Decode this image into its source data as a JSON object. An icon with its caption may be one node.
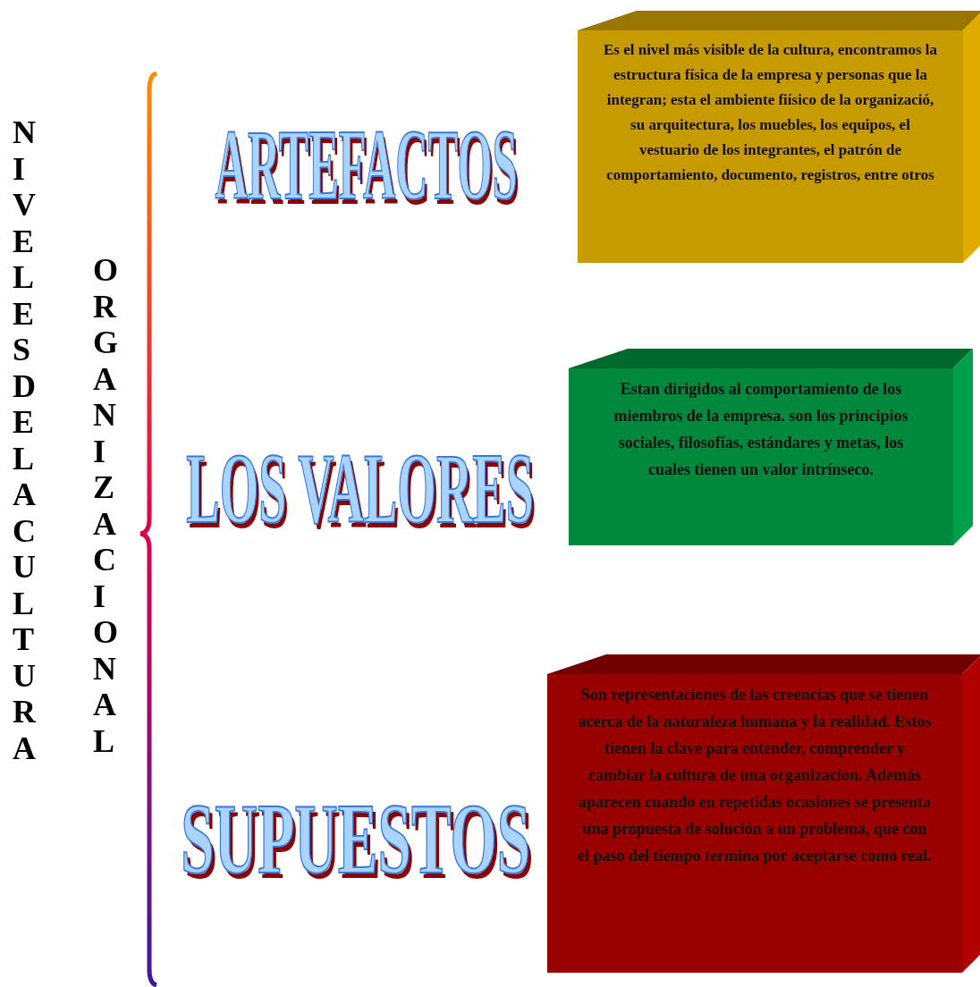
{
  "diagram": {
    "nodes": [
      {
        "text": [
          "Es el nivel más visible de la cultura, encontramos la estructura física de la empresa y personas que la integran; esta el ambiente fiísico de la organizació, su arquitectura, los muebles, los equipos, el vestuario de los integrantes, el patrón de comportamiento, documento, registros, entre otros"
        ]
      },
      {
        "text": [
          "Estan dirigidos al comportamiento de los miembros de la empresa. son los principios sociales, filosofías, estándares y metas, los cuales tienen un valor intrínseco."
        ]
      },
      {
        "text": [
          "Son representaciones de las creencias que se tienen acerca de la naturaleza humana y la realidad. Estos tienen la clave para entender, comprender y cambiar la cultura de una organizacion. Además aparecen cuando en repetidas ocasiones se presenta una propuesta de solución a un problema, que con el paso del tiempo termina por aceptarse como real."
        ]
      }
    ],
    "labels": [
      "NIVELES DE LA CULTURA",
      "ORGANIZACIONAL",
      "ARTEFACTOS",
      "LOS VALORES",
      "SUPUESTOS"
    ]
  }
}
